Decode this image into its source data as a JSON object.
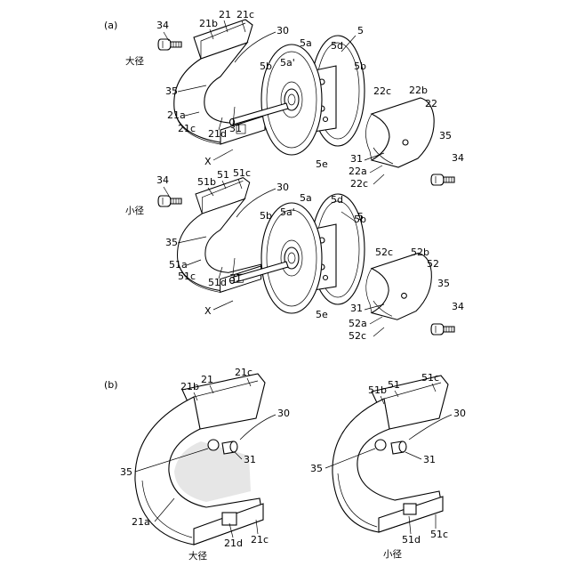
{
  "panels": {
    "a": "(a)",
    "b": "(b)"
  },
  "size_labels": {
    "large": "大径",
    "small": "小径"
  },
  "callouts": {
    "n34": "34",
    "n21b": "21b",
    "n21": "21",
    "n21c": "21c",
    "n30": "30",
    "n5": "5",
    "n5a": "5a",
    "n5d": "5d",
    "n5b": "5b",
    "n5a_prime": "5a'",
    "n35": "35",
    "n21a": "21a",
    "n21d": "21d",
    "n31": "31",
    "n22c": "22c",
    "n22b": "22b",
    "n22": "22",
    "nX": "X",
    "n5e": "5e",
    "n22a": "22a",
    "n51b": "51b",
    "n51": "51",
    "n51c": "51c",
    "n51a": "51a",
    "n51d": "51d",
    "n52c": "52c",
    "n52b": "52b",
    "n52": "52",
    "n52a": "52a"
  }
}
